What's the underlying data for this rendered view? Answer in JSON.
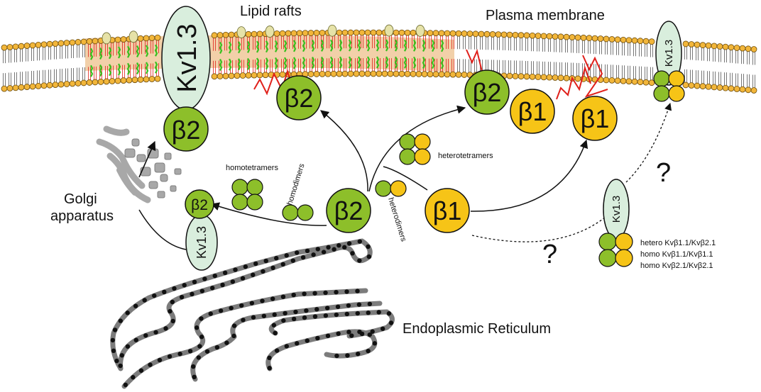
{
  "labels": {
    "lipid_rafts": "Lipid rafts",
    "plasma_membrane": "Plasma membrane",
    "golgi": [
      "Golgi",
      "apparatus"
    ],
    "er": "Endoplasmic Reticulum",
    "homotetramers": "homotetramers",
    "homodimers": "homodimers",
    "heterodimers": "heterodimers",
    "heterotetramers": "heterotetramers",
    "question_mark": "?",
    "legend": [
      "hetero Kvβ1.1/Kvβ2.1",
      "homo Kvβ1.1/Kvβ1.1",
      "homo Kvβ2.1/Kvβ2.1"
    ]
  },
  "proteins": {
    "channel": "Kv1.3",
    "beta2": "β2",
    "beta1": "β1"
  },
  "colors": {
    "beta2_green": "#8dbf2a",
    "beta1_yellow": "#f6c417",
    "channel_fill": "#d9eedd",
    "raft_band": "#f0c89a",
    "raft_green": "#37c11e",
    "palmitoyl_red": "#e0201b",
    "golgi_gray": "#a9a9a9",
    "er_gray": "#7a7a7a",
    "head_orange": "#f2b63a"
  }
}
